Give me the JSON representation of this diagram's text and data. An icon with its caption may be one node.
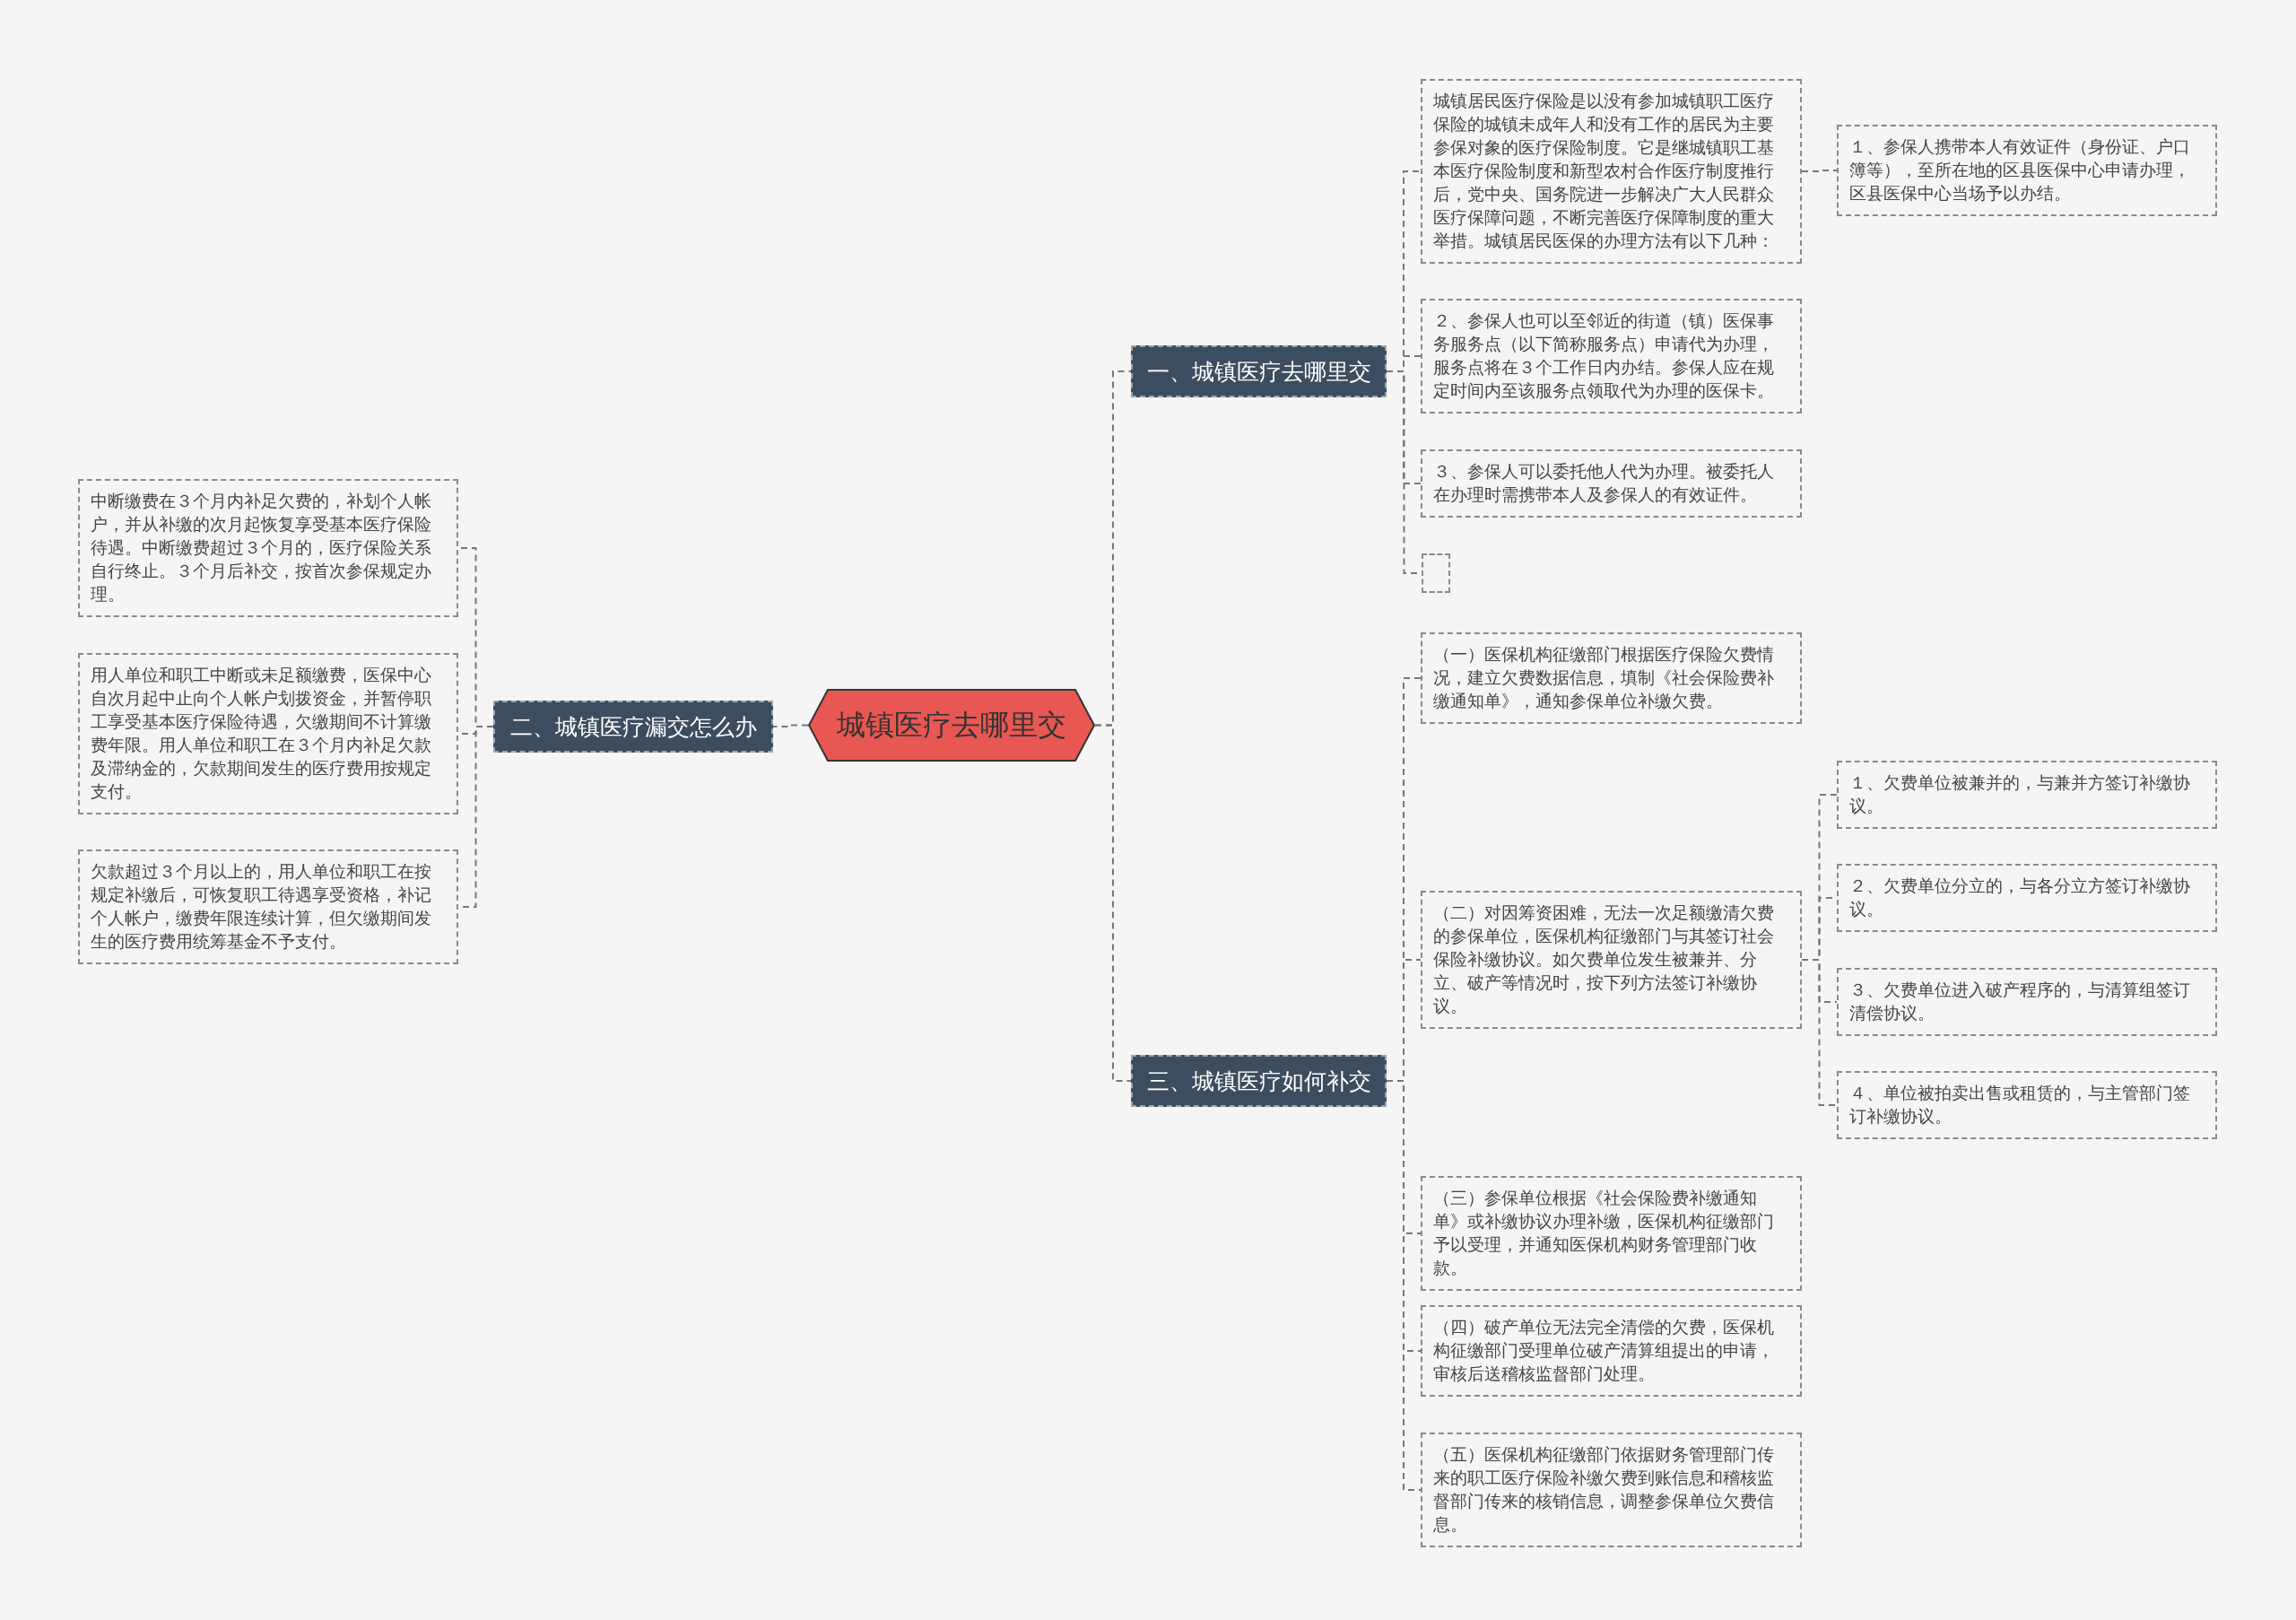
{
  "diagram": {
    "nodes": [
      {
        "text": [
          "城镇医疗去哪里交"
        ]
      },
      {
        "text": [
          "一、城镇医疗去哪里交"
        ]
      },
      {
        "text": [
          "城镇居民医疗保险是以没有参加城镇职工医疗保险的城镇未成年人和没有工作的居民为主要参保对象的医疗保险制度。它是继城镇职工基本医疗保险制度和新型农村合作医疗制度推行后，党中央、国务院进一步解决广大人民群众医疗保障问题，不断完善医疗保障制度的重大举措。城镇居民医保的办理方法有以下几种："
        ]
      },
      {
        "text": [
          "１、参保人携带本人有效证件（身份证、户口簿等），至所在地的区县医保中心申请办理，区县医保中心当场予以办结。"
        ]
      },
      {
        "text": [
          "２、参保人也可以至邻近的街道（镇）医保事务服务点（以下简称服务点）申请代为办理，服务点将在３个工作日内办结。参保人应在规定时间内至该服务点领取代为办理的医保卡。"
        ]
      },
      {
        "text": [
          "３、参保人可以委托他人代为办理。被委托人在办理时需携带本人及参保人的有效证件。"
        ]
      },
      {
        "text": [],
        "shape": "box"
      },
      {
        "text": [
          "二、城镇医疗漏交怎么办"
        ]
      },
      {
        "text": [
          "中断缴费在３个月内补足欠费的，补划个人帐户，并从补缴的次月起恢复享受基本医疗保险待遇。中断缴费超过３个月的，医疗保险关系自行终止。３个月后补交，按首次参保规定办理。"
        ]
      },
      {
        "text": [
          "用人单位和职工中断或未足额缴费，医保中心自次月起中止向个人帐户划拨资金，并暂停职工享受基本医疗保险待遇，欠缴期间不计算缴费年限。用人单位和职工在３个月内补足欠款及滞纳金的，欠款期间发生的医疗费用按规定支付。"
        ]
      },
      {
        "text": [
          "欠款超过３个月以上的，用人单位和职工在按规定补缴后，可恢复职工待遇享受资格，补记个人帐户，缴费年限连续计算，但欠缴期间发生的医疗费用统筹基金不予支付。"
        ]
      },
      {
        "text": [
          "三、城镇医疗如何补交"
        ]
      },
      {
        "text": [
          "（一）医保机构征缴部门根据医疗保险欠费情况，建立欠费数据信息，填制《社会保险费补缴通知单》，通知参保单位补缴欠费。"
        ]
      },
      {
        "text": [
          "（二）对因筹资困难，无法一次足额缴清欠费的参保单位，医保机构征缴部门与其签订社会保险补缴协议。如欠费单位发生被兼并、分立、破产等情况时，按下列方法签订补缴协议。"
        ]
      },
      {
        "text": [
          "１、欠费单位被兼并的，与兼并方签订补缴协议。"
        ]
      },
      {
        "text": [
          "２、欠费单位分立的，与各分立方签订补缴协议。"
        ]
      },
      {
        "text": [
          "３、欠费单位进入破产程序的，与清算组签订清偿协议。"
        ]
      },
      {
        "text": [
          "４、单位被拍卖出售或租赁的，与主管部门签订补缴协议。"
        ]
      },
      {
        "text": [
          "（三）参保单位根据《社会保险费补缴通知单》或补缴协议办理补缴，医保机构征缴部门予以受理，并通知医保机构财务管理部门收款。"
        ]
      },
      {
        "text": [
          "（四）破产单位无法完全清偿的欠费，医保机构征缴部门受理单位破产清算组提出的申请，审核后送稽核监督部门处理。"
        ]
      },
      {
        "text": [
          "（五）医保机构征缴部门依据财务管理部门传来的职工医疗保险补缴欠费到账信息和稽核监督部门传来的核销信息，调整参保单位欠费信息。"
        ]
      }
    ],
    "edges": [
      {
        "from": 0,
        "to": 1,
        "arrow": "none"
      },
      {
        "from": 1,
        "to": 2,
        "arrow": "none"
      },
      {
        "from": 2,
        "to": 3,
        "arrow": "none"
      },
      {
        "from": 1,
        "to": 4,
        "arrow": "none"
      },
      {
        "from": 1,
        "to": 5,
        "arrow": "none"
      },
      {
        "from": 1,
        "to": 6,
        "arrow": "none"
      },
      {
        "from": 0,
        "to": 7,
        "arrow": "none"
      },
      {
        "from": 7,
        "to": 8,
        "arrow": "none"
      },
      {
        "from": 7,
        "to": 9,
        "arrow": "none"
      },
      {
        "from": 7,
        "to": 10,
        "arrow": "none"
      },
      {
        "from": 0,
        "to": 11,
        "arrow": "none"
      },
      {
        "from": 11,
        "to": 12,
        "arrow": "none"
      },
      {
        "from": 11,
        "to": 13,
        "arrow": "none"
      },
      {
        "from": 13,
        "to": 14,
        "arrow": "none"
      },
      {
        "from": 13,
        "to": 15,
        "arrow": "none"
      },
      {
        "from": 13,
        "to": 16,
        "arrow": "none"
      },
      {
        "from": 13,
        "to": 17,
        "arrow": "none"
      },
      {
        "from": 11,
        "to": 18,
        "arrow": "none"
      },
      {
        "from": 11,
        "to": 19,
        "arrow": "none"
      },
      {
        "from": 11,
        "to": 20,
        "arrow": "none"
      }
    ]
  }
}
